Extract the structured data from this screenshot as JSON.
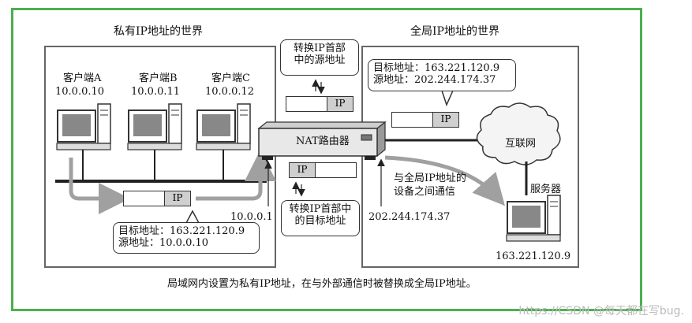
{
  "private_world": {
    "title": "私有IP地址的世界",
    "clients": [
      {
        "name": "客户端A",
        "ip": "10.0.0.10"
      },
      {
        "name": "客户端B",
        "ip": "10.0.0.11"
      },
      {
        "name": "客户端C",
        "ip": "10.0.0.12"
      }
    ],
    "router_inside_ip": "10.0.0.1",
    "packet_label": "IP",
    "callout": {
      "dest": "目标地址：163.221.120.9",
      "src": "源地址：10.0.0.10"
    }
  },
  "global_world": {
    "title": "全局IP地址的世界",
    "callout": {
      "dest": "目标地址：163.221.120.9",
      "src": "源地址：202.244.174.37"
    },
    "packet_label": "IP",
    "internet_label": "互联网",
    "server_label": "服务器",
    "server_ip": "163.221.120.9",
    "router_outside_ip": "202.244.174.37",
    "comm_note_line1": "与全局IP地址的",
    "comm_note_line2": "设备之间通信"
  },
  "router": {
    "label": "NAT路由器",
    "top_note_line1": "转换IP首部",
    "top_note_line2": "中的源地址",
    "bottom_note_line1": "转换IP首部中",
    "bottom_note_line2": "的目标地址",
    "top_packet_label": "IP",
    "bottom_packet_label": "IP"
  },
  "caption": "局域网内设置为私有IP地址，在与外部通信时被替换成全局IP地址。",
  "watermark": "https://CSDN @每天都在写bug.",
  "colors": {
    "frame": "#4caf50",
    "arrow_gray": "#a0a0a0",
    "packet_ip_fill": "#cfcfcf"
  }
}
